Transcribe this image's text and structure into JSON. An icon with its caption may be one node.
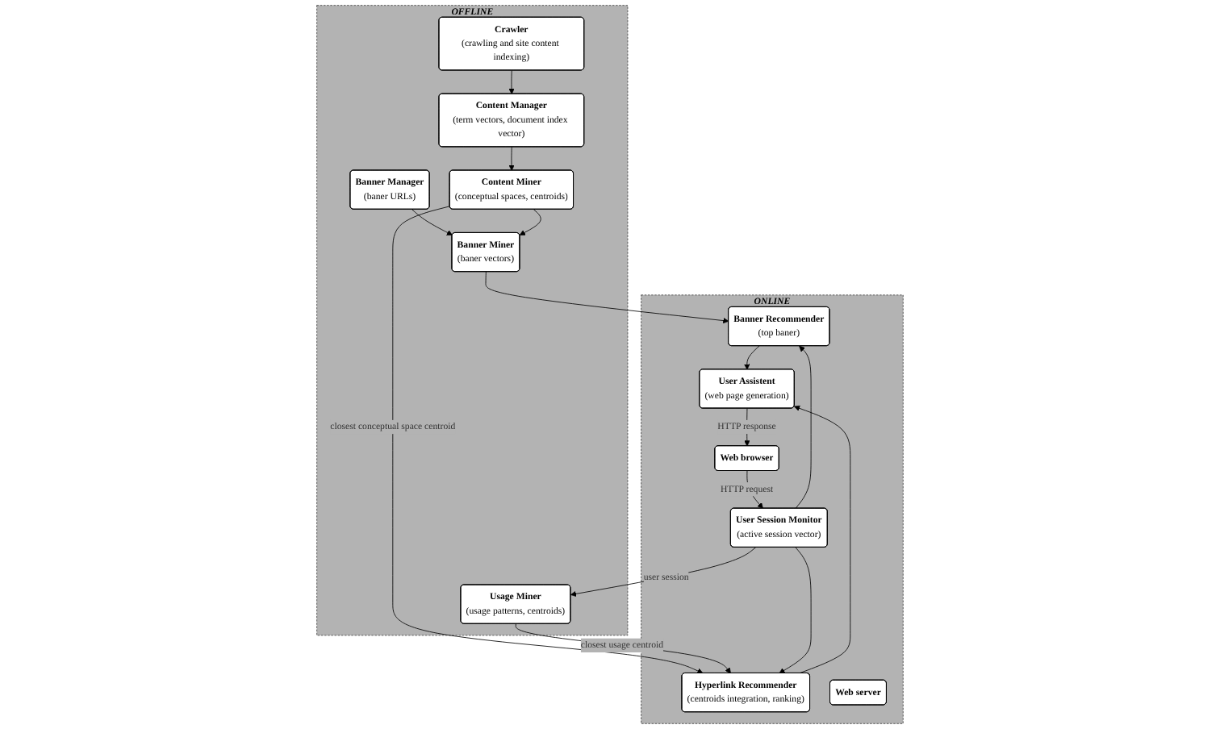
{
  "diagram": {
    "nodes": [
      {
        "text": [
          "OFFLINE"
        ]
      },
      {
        "text": [
          "Crawler",
          "(crawling and site content indexing)"
        ],
        "in": 0
      },
      {
        "text": [
          "Banner Manager",
          "(baner URLs)"
        ],
        "in": 0
      },
      {
        "text": [
          "Content Manager",
          "(term vectors, document index vector)"
        ],
        "in": 0
      },
      {
        "text": [
          "Banner Miner",
          "(baner vectors)"
        ],
        "in": 0
      },
      {
        "text": [
          "Content Miner",
          "(conceptual spaces, centroids)"
        ],
        "in": 0
      },
      {
        "text": [
          "Usage Miner",
          "(usage patterns, centroids)"
        ],
        "in": 0
      },
      {
        "text": [
          "ONLINE"
        ]
      },
      {
        "text": [
          "Banner Recommender",
          "(top baner)"
        ],
        "in": 7
      },
      {
        "text": [
          "Hyperlink Recommender",
          "(centroids integration, ranking)"
        ],
        "in": 7
      },
      {
        "text": [
          "User Assistent",
          "(web page generation)"
        ],
        "in": 7
      },
      {
        "text": [
          "User Session Monitor",
          "(active session vector)"
        ],
        "in": 7
      },
      {
        "text": [
          "Web server"
        ],
        "in": 7
      },
      {
        "text": [
          "Web browser"
        ],
        "in": 7
      }
    ],
    "edges": [
      {
        "from": 1,
        "to": 3,
        "arrow": "to"
      },
      {
        "from": 3,
        "to": 5,
        "arrow": "to"
      },
      {
        "from": 2,
        "to": 4,
        "arrow": "to"
      },
      {
        "from": 5,
        "to": 4,
        "arrow": "to"
      },
      {
        "from": 4,
        "to": 8,
        "arrow": "to"
      },
      {
        "from": 5,
        "to": 9,
        "arrow": "to",
        "label": "closest conceptual space centroid"
      },
      {
        "from": 6,
        "to": 9,
        "arrow": "to",
        "label": "closest usage centroid"
      },
      {
        "from": 11,
        "to": 6,
        "arrow": "to",
        "label": "user session"
      },
      {
        "from": 9,
        "to": 10,
        "arrow": "to"
      },
      {
        "from": 11,
        "to": 8,
        "arrow": "to"
      },
      {
        "from": 8,
        "to": 10,
        "arrow": "to"
      },
      {
        "from": 11,
        "to": 9,
        "arrow": "to"
      },
      {
        "from": 10,
        "to": 13,
        "arrow": "to",
        "label": "HTTP response"
      },
      {
        "from": 13,
        "to": 11,
        "arrow": "to",
        "label": "HTTP request"
      }
    ]
  }
}
